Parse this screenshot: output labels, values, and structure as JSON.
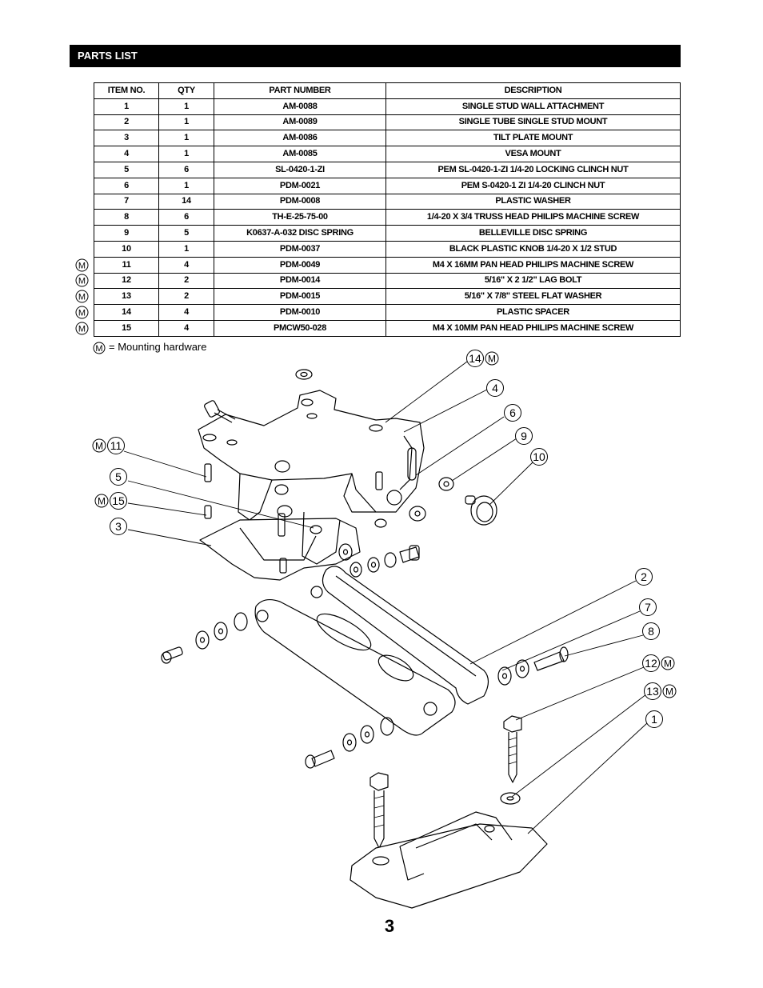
{
  "header": {
    "title": "PARTS LIST"
  },
  "table": {
    "columns": [
      "ITEM NO.",
      "QTY",
      "PART NUMBER",
      "DESCRIPTION"
    ],
    "rows": [
      {
        "item": "1",
        "qty": "1",
        "part": "AM-0088",
        "desc": "SINGLE STUD WALL ATTACHMENT",
        "mounting": false
      },
      {
        "item": "2",
        "qty": "1",
        "part": "AM-0089",
        "desc": "SINGLE TUBE SINGLE STUD MOUNT",
        "mounting": false
      },
      {
        "item": "3",
        "qty": "1",
        "part": "AM-0086",
        "desc": "TILT PLATE MOUNT",
        "mounting": false
      },
      {
        "item": "4",
        "qty": "1",
        "part": "AM-0085",
        "desc": "VESA MOUNT",
        "mounting": false
      },
      {
        "item": "5",
        "qty": "6",
        "part": "SL-0420-1-ZI",
        "desc": "PEM SL-0420-1-ZI 1/4-20 LOCKING CLINCH NUT",
        "mounting": false
      },
      {
        "item": "6",
        "qty": "1",
        "part": "PDM-0021",
        "desc": "PEM S-0420-1 ZI 1/4-20 CLINCH NUT",
        "mounting": false
      },
      {
        "item": "7",
        "qty": "14",
        "part": "PDM-0008",
        "desc": "PLASTIC WASHER",
        "mounting": false
      },
      {
        "item": "8",
        "qty": "6",
        "part": "TH-E-25-75-00",
        "desc": "1/4-20 X 3/4 TRUSS HEAD PHILIPS MACHINE SCREW",
        "mounting": false
      },
      {
        "item": "9",
        "qty": "5",
        "part": "K0637-A-032 DISC SPRING",
        "desc": "BELLEVILLE DISC SPRING",
        "mounting": false
      },
      {
        "item": "10",
        "qty": "1",
        "part": "PDM-0037",
        "desc": "BLACK PLASTIC KNOB 1/4-20 X 1/2 STUD",
        "mounting": false
      },
      {
        "item": "11",
        "qty": "4",
        "part": "PDM-0049",
        "desc": "M4 X 16MM PAN HEAD PHILIPS MACHINE SCREW",
        "mounting": true
      },
      {
        "item": "12",
        "qty": "2",
        "part": "PDM-0014",
        "desc": "5/16\" X 2 1/2\" LAG BOLT",
        "mounting": true
      },
      {
        "item": "13",
        "qty": "2",
        "part": "PDM-0015",
        "desc": "5/16\" X 7/8\" STEEL FLAT WASHER",
        "mounting": true
      },
      {
        "item": "14",
        "qty": "4",
        "part": "PDM-0010",
        "desc": "PLASTIC SPACER",
        "mounting": true
      },
      {
        "item": "15",
        "qty": "4",
        "part": "PMCW50-028",
        "desc": "M4 X 10MM PAN HEAD PHILIPS MACHINE SCREW",
        "mounting": true
      }
    ]
  },
  "legend": {
    "symbol": "M",
    "text": "= Mounting  hardware"
  },
  "callouts": [
    {
      "label": "14",
      "mounting": true
    },
    {
      "label": "4",
      "mounting": false
    },
    {
      "label": "6",
      "mounting": false
    },
    {
      "label": "9",
      "mounting": false
    },
    {
      "label": "10",
      "mounting": false
    },
    {
      "label": "11",
      "mounting": true
    },
    {
      "label": "5",
      "mounting": false
    },
    {
      "label": "15",
      "mounting": true
    },
    {
      "label": "3",
      "mounting": false
    },
    {
      "label": "2",
      "mounting": false
    },
    {
      "label": "7",
      "mounting": false
    },
    {
      "label": "8",
      "mounting": false
    },
    {
      "label": "12",
      "mounting": true
    },
    {
      "label": "13",
      "mounting": true
    },
    {
      "label": "1",
      "mounting": false
    }
  ],
  "page_number": "3"
}
